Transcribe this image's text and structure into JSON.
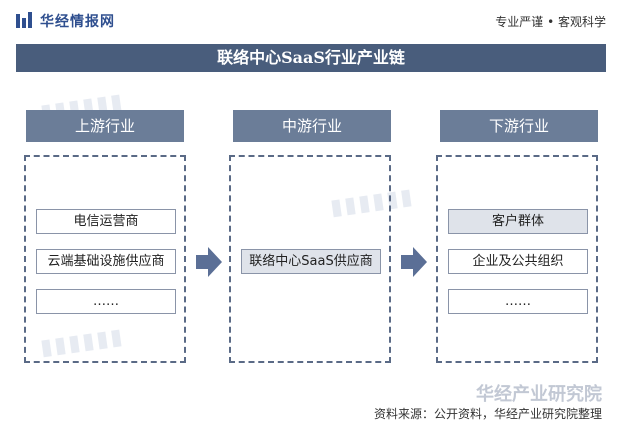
{
  "header": {
    "logo_text": "华经情报网",
    "slogan": "专业严谨 • 客观科学"
  },
  "title": "联络中心SaaS行业产业链",
  "columns": [
    {
      "head": "上游行业",
      "items": [
        "电信运营商",
        "云端基础设施供应商",
        "……"
      ]
    },
    {
      "head": "中游行业",
      "items": [
        "联络中心SaaS供应商"
      ]
    },
    {
      "head": "下游行业",
      "items": [
        "客户群体",
        "企业及公共组织",
        "……"
      ]
    }
  ],
  "footer": {
    "brand": "华经产业研究院",
    "source": "资料来源：公开资料，华经产业研究院整理"
  },
  "colors": {
    "title_bg": "#495d7c",
    "head_bg": "#6b7d98",
    "arrow": "#5b6f96"
  }
}
